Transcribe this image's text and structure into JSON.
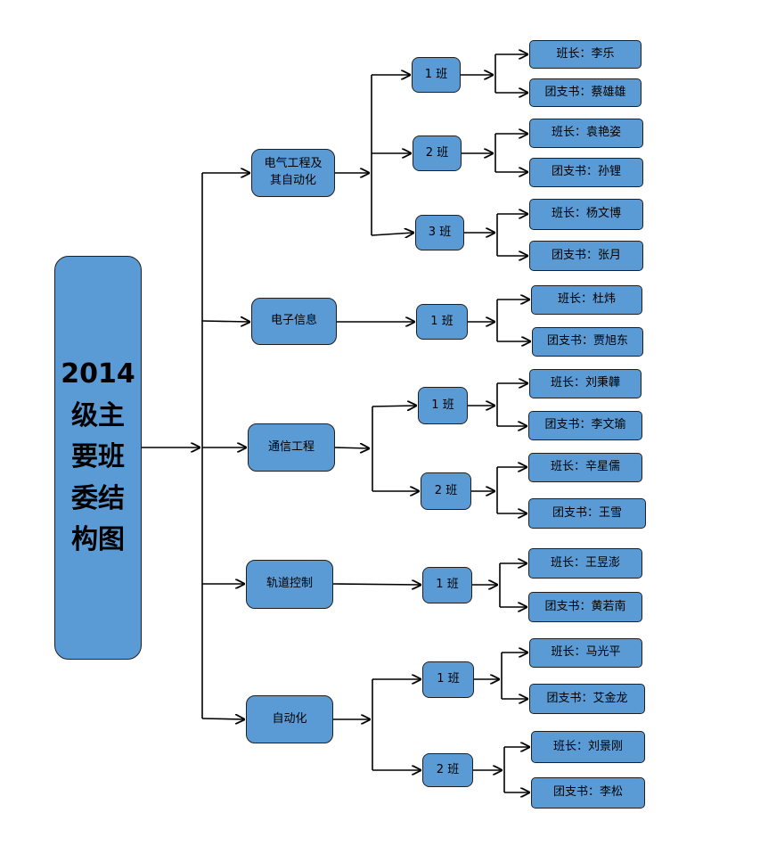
{
  "root": {
    "lines": [
      "2014",
      "级主",
      "要班",
      "委结",
      "构图"
    ]
  },
  "departments": [
    {
      "name": "电气工程及\n其自动化",
      "classes": [
        {
          "label": "1 班",
          "monitor": "班长：李乐",
          "secretary": "团支书：蔡雄雄"
        },
        {
          "label": "2 班",
          "monitor": "班长：袁艳姿",
          "secretary": "团支书：孙锂"
        },
        {
          "label": "3 班",
          "monitor": "班长：杨文博",
          "secretary": "团支书：张月"
        }
      ]
    },
    {
      "name": "电子信息",
      "classes": [
        {
          "label": "1 班",
          "monitor": "班长：杜炜",
          "secretary": "团支书：贾旭东"
        }
      ]
    },
    {
      "name": "通信工程",
      "classes": [
        {
          "label": "1 班",
          "monitor": "班长：刘秉韡",
          "secretary": "团支书：李文瑜"
        },
        {
          "label": "2 班",
          "monitor": "班长：辛星儒",
          "secretary": "团支书：王雪"
        }
      ]
    },
    {
      "name": "轨道控制",
      "classes": [
        {
          "label": "1 班",
          "monitor": "班长：王昱澎",
          "secretary": "团支书：黄若南"
        }
      ]
    },
    {
      "name": "自动化",
      "classes": [
        {
          "label": "1 班",
          "monitor": "班长：马光平",
          "secretary": "团支书：艾金龙"
        },
        {
          "label": "2 班",
          "monitor": "班长：刘景刚",
          "secretary": "团支书：李松"
        }
      ]
    }
  ],
  "colors": {
    "box_fill": "#5b9bd5",
    "box_border": "#1f1f1f",
    "line": "#000000"
  }
}
